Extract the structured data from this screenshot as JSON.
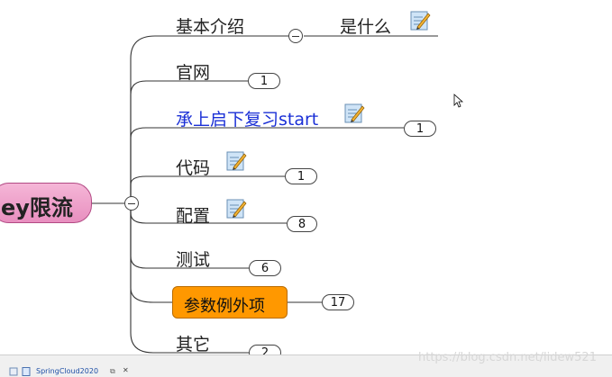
{
  "root": {
    "label": "ey限流"
  },
  "branches": [
    {
      "label": "基本介绍",
      "child_label": "是什么",
      "has_note": true
    },
    {
      "label": "官网",
      "count": "1"
    },
    {
      "label": "承上启下复习start",
      "count": "1",
      "color": "#1a2fd6",
      "has_note": true
    },
    {
      "label": "代码",
      "count": "1",
      "has_note": true
    },
    {
      "label": "配置",
      "count": "8",
      "has_note": true
    },
    {
      "label": "测试",
      "count": "6"
    },
    {
      "label": "参数例外项",
      "count": "17",
      "highlight_color": "#ff9800"
    },
    {
      "label": "其它",
      "count": "2"
    }
  ],
  "taskbar": {
    "tab_label": "SpringCloud2020"
  },
  "watermark": "https://blog.csdn.net/lidew521",
  "colors": {
    "root_fill": "#f0a3cb",
    "highlight": "#ff9800",
    "link_text": "#1a2fd6"
  }
}
